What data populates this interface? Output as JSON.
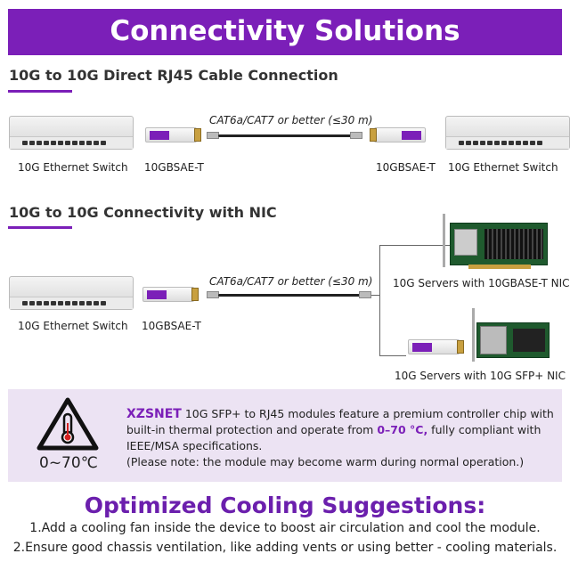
{
  "banner": {
    "title": "Connectivity Solutions"
  },
  "section1": {
    "heading": "10G to 10G Direct RJ45 Cable Connection",
    "cable_label": "CAT6a/CAT7 or better (≤30 m)",
    "left_switch_label": "10G Ethernet Switch",
    "left_module_label": "10GBSAE-T",
    "right_module_label": "10GBSAE-T",
    "right_switch_label": "10G Ethernet Switch"
  },
  "section2": {
    "heading": "10G to 10G Connectivity with NIC",
    "cable_label": "CAT6a/CAT7 or better (≤30 m)",
    "switch_label": "10G Ethernet Switch",
    "module_label": "10GBSAE-T",
    "server1_label": "10G Servers with 10GBASE-T NIC",
    "server2_label": "10G Servers with 10G SFP+ NIC"
  },
  "info": {
    "temp_range": "0~70℃",
    "brand": "XZSNET",
    "text1": " 10G SFP+ to RJ45 modules feature a premium controller chip with built-in thermal protection and operate from ",
    "highlight": "0–70 °C,",
    "text2": " fully compliant with IEEE/MSA specifications.",
    "note": "(Please note: the module may become warm during normal operation.)",
    "icon": "thermometer-warning-icon"
  },
  "cooling": {
    "title": "Optimized Cooling Suggestions:",
    "tips": [
      "1.Add a cooling fan inside the device to boost air circulation and cool the module.",
      "2.Ensure good chassis ventilation, like adding vents or using better - cooling materials."
    ]
  },
  "colors": {
    "accent": "#7b1fb8",
    "info_bg": "#ece3f3"
  }
}
